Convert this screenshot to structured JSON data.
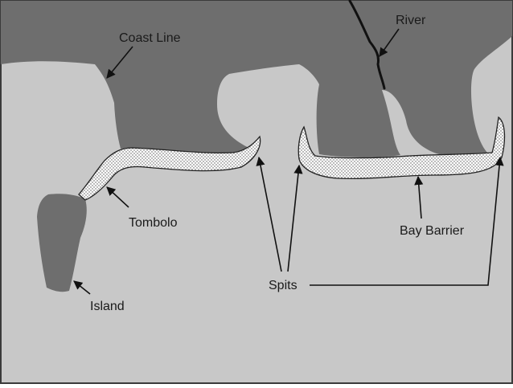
{
  "diagram": {
    "labels": {
      "coast_line": "Coast Line",
      "river": "River",
      "tombolo": "Tombolo",
      "island": "Island",
      "spits": "Spits",
      "bay_barrier": "Bay Barrier"
    },
    "colors": {
      "sea": "#c8c8c8",
      "land": "#6e6e6e",
      "sand": "#ffffff",
      "sand_dots": "#555555",
      "river": "#111111",
      "border": "#3a3a3a"
    }
  }
}
